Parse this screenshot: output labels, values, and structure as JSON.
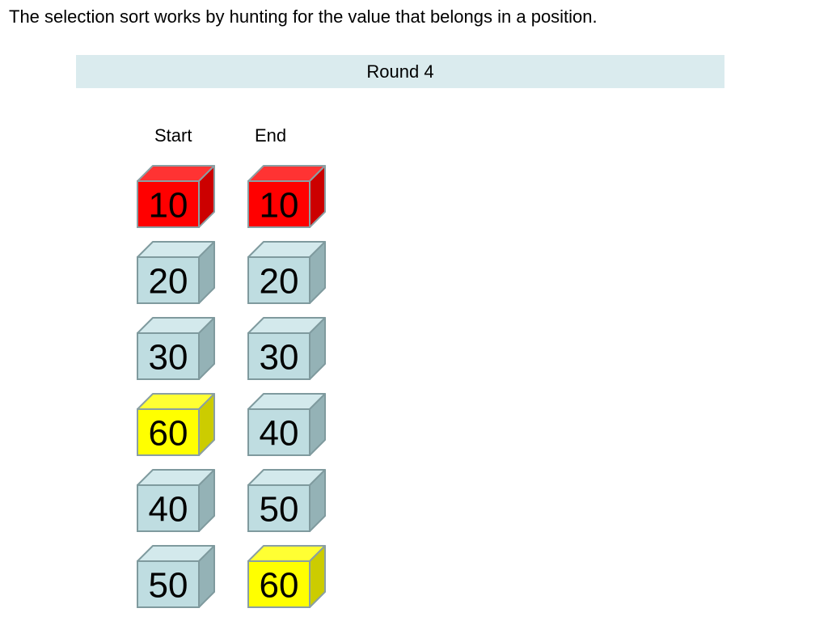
{
  "slide": {
    "intro_text": "The selection sort works by hunting for the value that belongs in a position.",
    "round_title": "Round 4"
  },
  "columns": [
    {
      "label": "Start",
      "cubes": [
        {
          "value": "10",
          "state": "sorted"
        },
        {
          "value": "20",
          "state": "normal"
        },
        {
          "value": "30",
          "state": "normal"
        },
        {
          "value": "60",
          "state": "highlight"
        },
        {
          "value": "40",
          "state": "normal"
        },
        {
          "value": "50",
          "state": "normal"
        }
      ]
    },
    {
      "label": "End",
      "cubes": [
        {
          "value": "10",
          "state": "sorted"
        },
        {
          "value": "20",
          "state": "normal"
        },
        {
          "value": "30",
          "state": "normal"
        },
        {
          "value": "40",
          "state": "normal"
        },
        {
          "value": "50",
          "state": "normal"
        },
        {
          "value": "60",
          "state": "highlight"
        }
      ]
    }
  ],
  "colors": {
    "normal": {
      "front": "#bfdde1",
      "top": "#d3e9ec",
      "side": "#94b2b6",
      "edge": "#7f9a9e"
    },
    "sorted": {
      "front": "#ff0000",
      "top": "#ff3333",
      "side": "#cc0000",
      "edge": "#8a9fa3"
    },
    "highlight": {
      "front": "#ffff00",
      "top": "#ffff33",
      "side": "#cccc00",
      "edge": "#8a9fa3"
    },
    "round_bar": "#daebee"
  }
}
